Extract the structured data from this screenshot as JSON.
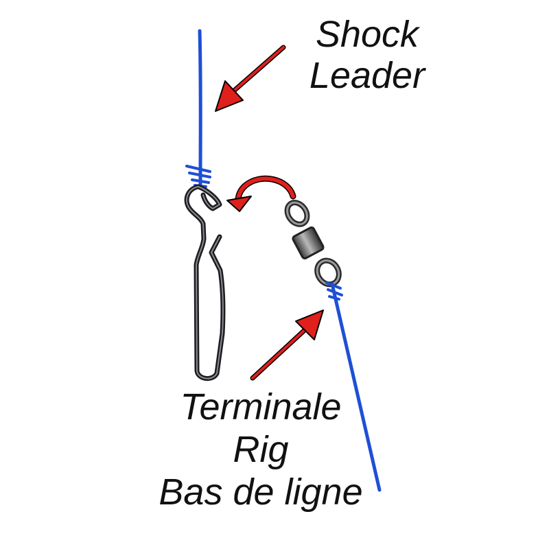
{
  "labels": {
    "shock_leader": [
      "Shock",
      "Leader"
    ],
    "terminal_rig": [
      "Terminale",
      "Rig",
      "Bas de ligne"
    ]
  },
  "colors": {
    "line": "#1f4fd6",
    "arrow": "#e0201c",
    "metal": "#2a2a2e",
    "text": "#111111"
  },
  "icons": {
    "clip": "snap-clip-icon",
    "swivel": "swivel-icon"
  }
}
